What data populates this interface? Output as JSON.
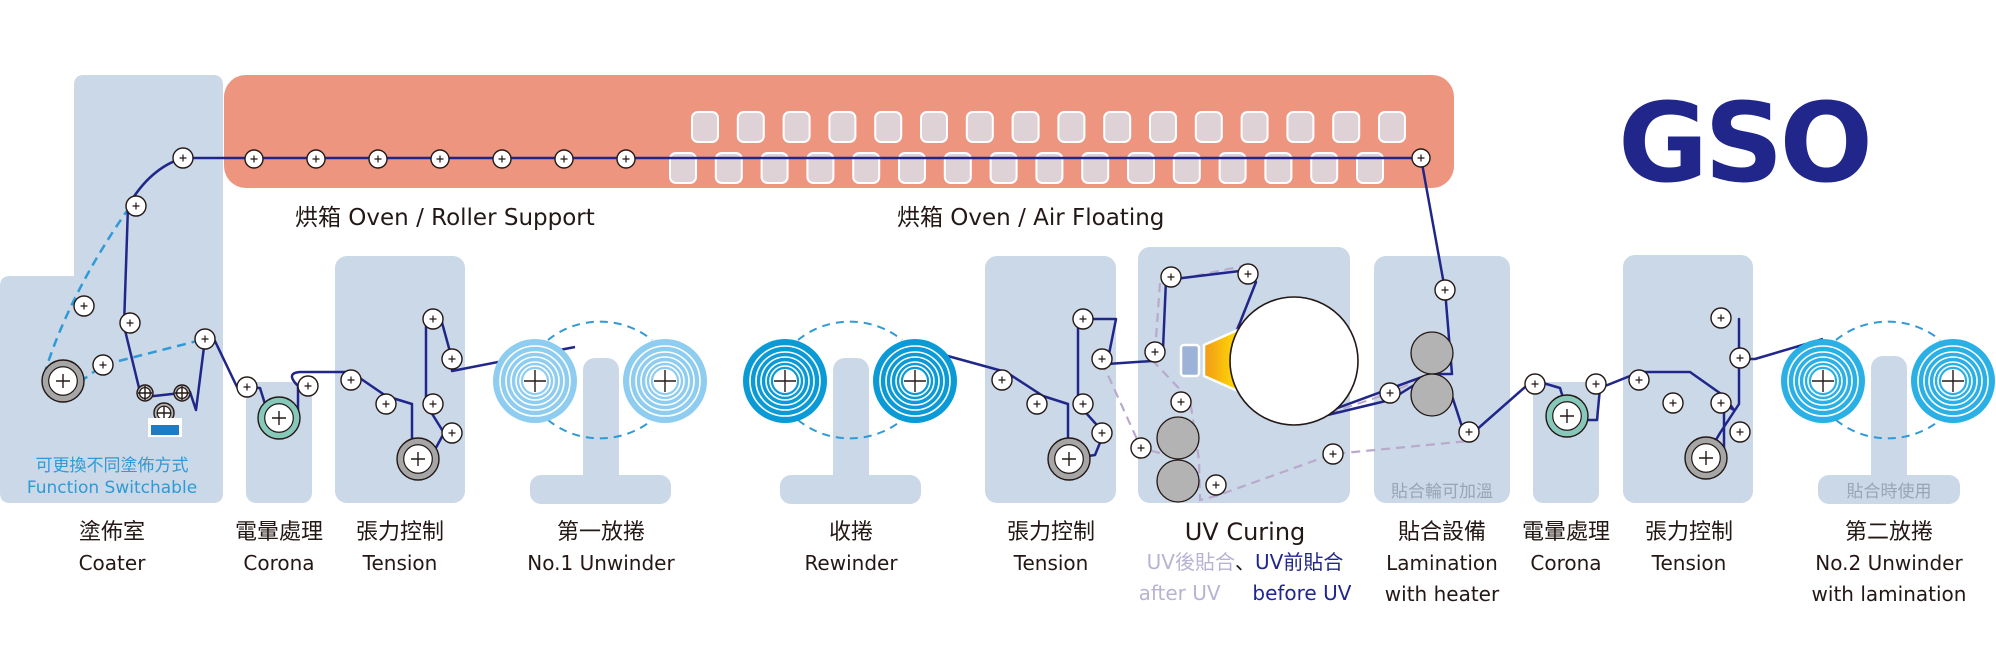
{
  "logo": {
    "text": "GSO",
    "color": "#21278a"
  },
  "oven": {
    "roller_support_label": "烘箱 Oven / Roller Support",
    "air_floating_label": "烘箱 Oven / Air Floating",
    "color": "#ee9580"
  },
  "colors": {
    "station_bg": "#cad8e7",
    "web_path": "#21278a",
    "alt_path_blue": "#2f9ad6",
    "alt_path_lilac": "#b9a9cc",
    "unwinder1_roll": "#8fcdf0",
    "rewinder_roll": "#0a9ad6",
    "unwinder2_roll": "#2bb0e6",
    "corona_ring": "#86c9bb",
    "tension_ring": "#a6a6a6",
    "uv_lamp": "#f6c400"
  },
  "stations": [
    {
      "id": "coater",
      "zh": "塗佈室",
      "en": "Coater",
      "en2": "",
      "note_zh": "可更換不同塗佈方式",
      "note_en": "Function Switchable"
    },
    {
      "id": "corona1",
      "zh": "電暈處理",
      "en": "Corona",
      "en2": ""
    },
    {
      "id": "tension1",
      "zh": "張力控制",
      "en": "Tension",
      "en2": ""
    },
    {
      "id": "unwinder1",
      "zh": "第一放捲",
      "en": "No.1 Unwinder",
      "en2": ""
    },
    {
      "id": "rewinder",
      "zh": "收捲",
      "en": "Rewinder",
      "en2": ""
    },
    {
      "id": "tension2",
      "zh": "張力控制",
      "en": "Tension",
      "en2": ""
    },
    {
      "id": "uv",
      "zh": "",
      "en": "UV Curing",
      "en2": "",
      "after_zh": "UV後貼合",
      "separator": "、",
      "before_zh": "UV前貼合",
      "after_en": "after UV",
      "before_en": "before UV"
    },
    {
      "id": "lamination",
      "zh": "貼合設備",
      "en": "Lamination",
      "en2": "with heater",
      "note": "貼合輪可加溫"
    },
    {
      "id": "corona2",
      "zh": "電暈處理",
      "en": "Corona",
      "en2": ""
    },
    {
      "id": "tension3",
      "zh": "張力控制",
      "en": "Tension",
      "en2": ""
    },
    {
      "id": "unwinder2",
      "zh": "第二放捲",
      "en": "No.2 Unwinder",
      "en2": "with lamination",
      "note": "貼合時使用"
    }
  ]
}
